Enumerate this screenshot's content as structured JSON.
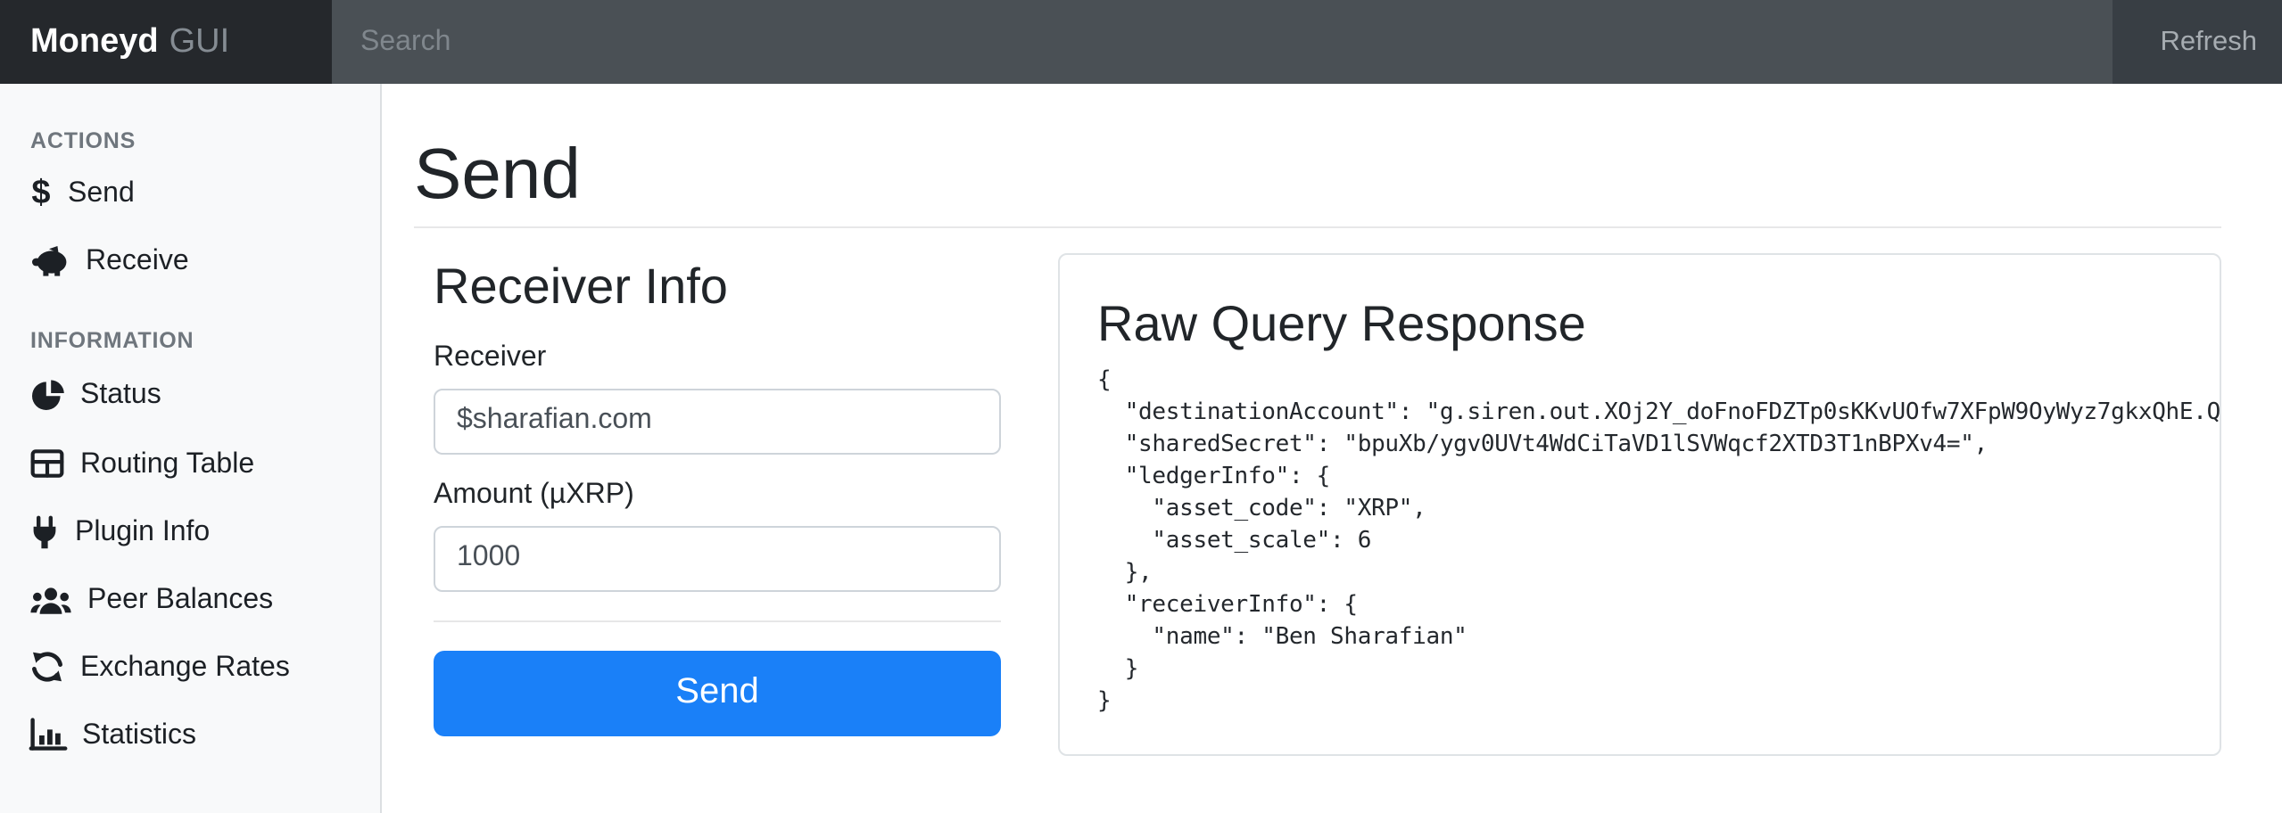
{
  "navbar": {
    "brand_primary": "Moneyd",
    "brand_secondary": "GUI",
    "search_placeholder": "Search",
    "refresh_label": "Refresh"
  },
  "sidebar": {
    "sections": [
      {
        "label": "ACTIONS",
        "items": [
          {
            "label": "Send",
            "icon": "dollar-icon"
          },
          {
            "label": "Receive",
            "icon": "piggy-bank-icon"
          }
        ]
      },
      {
        "label": "INFORMATION",
        "items": [
          {
            "label": "Status",
            "icon": "pie-chart-icon"
          },
          {
            "label": "Routing Table",
            "icon": "table-icon"
          },
          {
            "label": "Plugin Info",
            "icon": "plug-icon"
          },
          {
            "label": "Peer Balances",
            "icon": "users-icon"
          },
          {
            "label": "Exchange Rates",
            "icon": "sync-icon"
          },
          {
            "label": "Statistics",
            "icon": "bar-chart-icon"
          }
        ]
      }
    ]
  },
  "main": {
    "page_title": "Send",
    "form": {
      "section_title": "Receiver Info",
      "receiver_label": "Receiver",
      "receiver_value": "$sharafian.com",
      "amount_label": "Amount (µXRP)",
      "amount_value": "1000",
      "submit_label": "Send"
    },
    "response_card": {
      "title": "Raw Query Response",
      "json_lines": [
        "{",
        "  \"destinationAccount\": \"g.siren.out.XOj2Y_doFnoFDZTp0sKKvUOfw7XFpW9OyWyz7gkxQhE.Q",
        "  \"sharedSecret\": \"bpuXb/ygv0UVt4WdCiTaVD1lSVWqcf2XTD3T1nBPXv4=\",",
        "  \"ledgerInfo\": {",
        "    \"asset_code\": \"XRP\",",
        "    \"asset_scale\": 6",
        "  },",
        "  \"receiverInfo\": {",
        "    \"name\": \"Ben Sharafian\"",
        "  }",
        "}"
      ]
    }
  },
  "colors": {
    "accent_blue": "#1a80f8",
    "navbar_bg": "#383e44",
    "brand_bg": "#25282c",
    "search_bg": "#4a5055",
    "sidebar_bg": "#f8f9fa"
  }
}
